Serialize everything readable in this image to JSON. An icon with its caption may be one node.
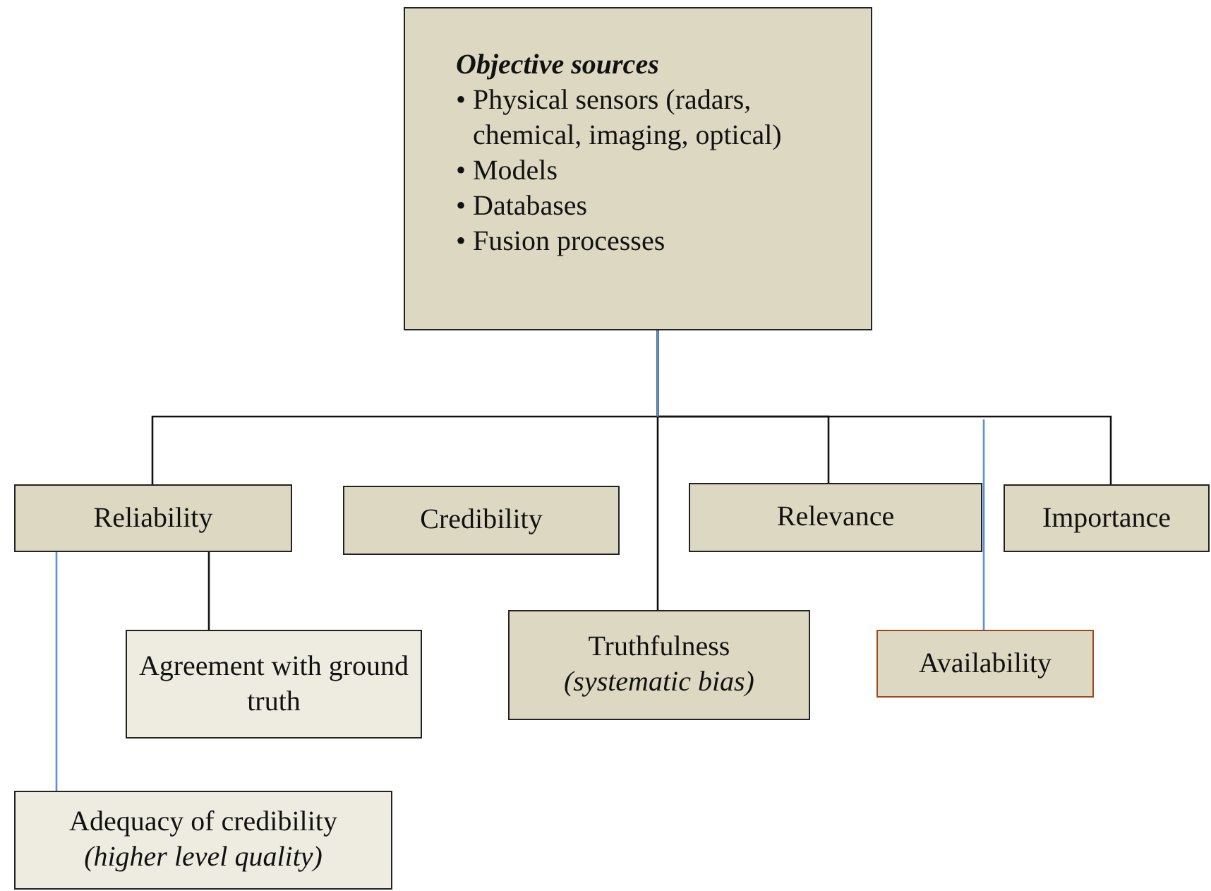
{
  "diagram": {
    "nodes": [
      {
        "text": [
          "Objective sources",
          "• Physical sensors (radars, chemical, imaging, optical)",
          "• Models",
          "• Databases",
          "• Fusion processes"
        ]
      },
      {
        "text": [
          "Reliability"
        ]
      },
      {
        "text": [
          "Credibility"
        ]
      },
      {
        "text": [
          "Relevance"
        ]
      },
      {
        "text": [
          "Importance"
        ]
      },
      {
        "text": [
          "Agreement with ground truth"
        ]
      },
      {
        "text": [
          "Truthfulness",
          "(systematic bias)"
        ]
      },
      {
        "text": [
          "Availability"
        ]
      },
      {
        "text": [
          "Adequacy of credibility",
          "(higher level quality)"
        ]
      }
    ],
    "edges": [
      {
        "from": 0,
        "to": 1,
        "arrow": "none"
      },
      {
        "from": 0,
        "to": 6,
        "arrow": "none"
      },
      {
        "from": 0,
        "to": 3,
        "arrow": "none"
      },
      {
        "from": 0,
        "to": 4,
        "arrow": "none"
      },
      {
        "from": 1,
        "to": 5,
        "arrow": "none"
      },
      {
        "from": 1,
        "to": 8,
        "arrow": "none",
        "color": "#5b8fd6"
      },
      {
        "from": null,
        "to": 7,
        "arrow": "none",
        "color": "#5b8fd6"
      }
    ]
  }
}
